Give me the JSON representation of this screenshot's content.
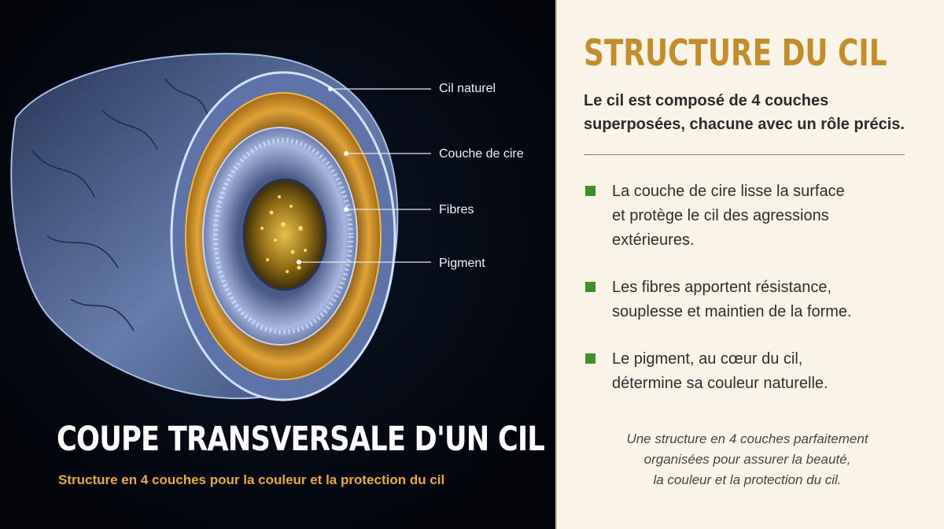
{
  "diagram": {
    "callouts": [
      {
        "label": "Cil naturel"
      },
      {
        "label": "Couche de cire"
      },
      {
        "label": "Fibres"
      },
      {
        "label": "Pigment"
      }
    ],
    "title": "COUPE TRANSVERSALE D'UN CIL",
    "subtitle": "Structure en 4 couches pour la couleur et la protection du cil",
    "colors": {
      "outer_layer": "#7d94c4",
      "wax_layer": "#d99a2b",
      "fibres": "#8fa3d6",
      "pigment": "#c9a12a",
      "background": "#03050a"
    }
  },
  "panel": {
    "title": "STRUCTURE DU CIL",
    "intro_lines": [
      "Le cil est composé de 4 couches",
      "superposées, chacune avec un rôle précis."
    ],
    "bullets": [
      {
        "lines": [
          "La couche de cire lisse la surface",
          "et protège le cil des agressions",
          "extérieures."
        ]
      },
      {
        "lines": [
          "Les fibres apportent résistance,",
          "souplesse et maintien de la forme."
        ]
      },
      {
        "lines": [
          "Le pigment, au cœur du cil,",
          "détermine sa couleur naturelle."
        ]
      }
    ],
    "footer_lines": [
      "Une structure en 4 couches parfaitement",
      "organisées pour assurer la beauté,",
      "la couleur et la protection du cil."
    ],
    "colors": {
      "title": "#c38d2c",
      "bullet_square": "#3f8f2d",
      "background": "#faf3e8"
    }
  }
}
